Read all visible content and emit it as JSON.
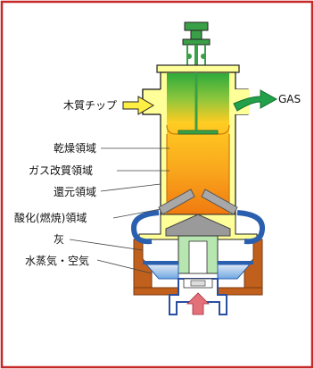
{
  "labels": {
    "wood_chip": "木質チップ",
    "gas": "GAS",
    "drying_zone": "乾燥領域",
    "gas_reforming_zone": "ガス改質領域",
    "reduction_zone": "還元領域",
    "oxidation_zone": "酸化(燃焼)領域",
    "ash": "灰",
    "steam_air": "水蒸気・空気"
  },
  "colors": {
    "border": "#c62828",
    "outer_shell": "#ffff99",
    "shell_outline": "#222222",
    "gradient_top": "#2eaa3a",
    "gradient_mid": "#ffcc22",
    "gradient_bottom": "#f07a10",
    "arrow_green": "#22a04a",
    "arrow_yellow": "#ffee44",
    "arrow_red": "#e4707a",
    "steel_gray": "#999999",
    "grate_blue": "#2a5fb0",
    "ash_blue": "#7ab0e8",
    "refractory_brown": "#c0601c",
    "cone_green": "#b8e6b0",
    "pipe_blue": "#2a4fa0"
  },
  "icons": [
    "input-arrow-icon",
    "output-arrow-icon",
    "air-inlet-arrow-icon"
  ]
}
